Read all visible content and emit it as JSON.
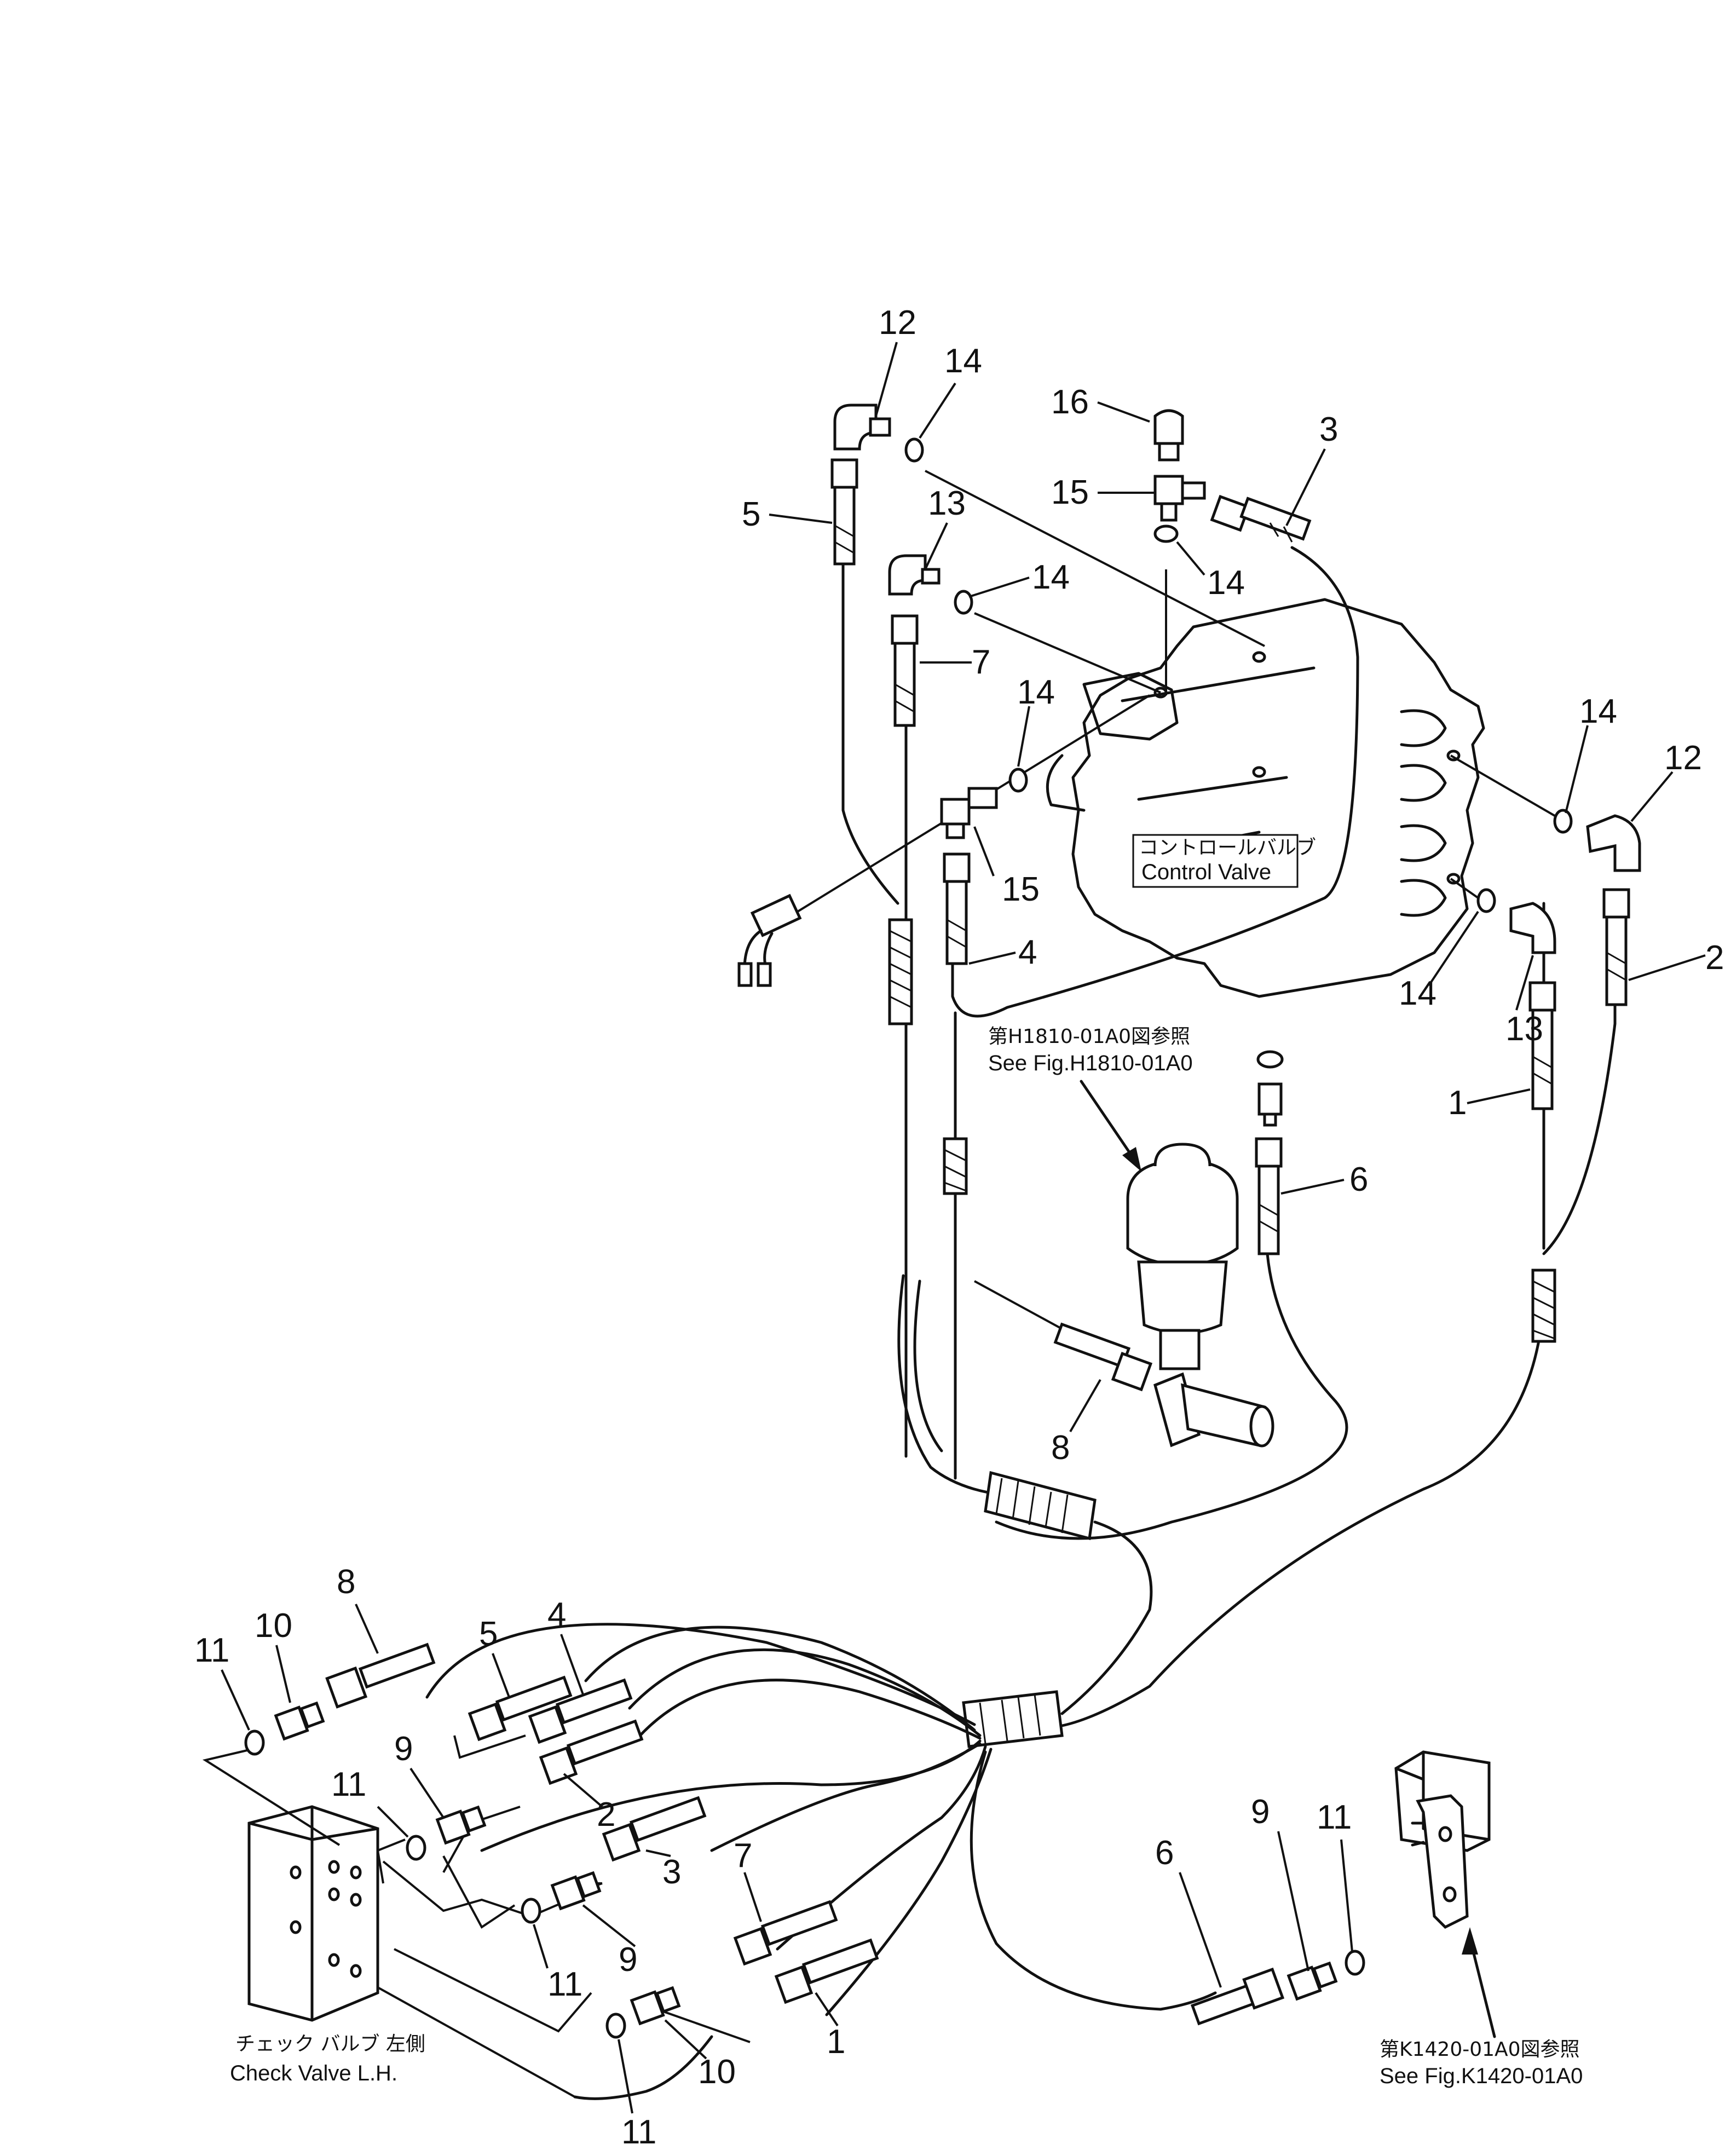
{
  "labels": {
    "control_valve_jp": "コントロールバルブ",
    "control_valve_en": "Control  Valve",
    "check_valve_jp": "チェック バルブ 左側",
    "check_valve_en": "Check Valve L.H.",
    "ref_h1810_jp": "第H1810-01A0図参照",
    "ref_h1810_en": "See Fig.H1810-01A0",
    "ref_k1420_jp": "第K1420-01A0図参照",
    "ref_k1420_en": "See Fig.K1420-01A0"
  },
  "callouts": [
    "12",
    "14",
    "16",
    "3",
    "5",
    "15",
    "13",
    "14",
    "14",
    "7",
    "14",
    "14",
    "12",
    "15",
    "4",
    "2",
    "14",
    "13",
    "1",
    "6",
    "8",
    "8",
    "10",
    "11",
    "5",
    "4",
    "11",
    "9",
    "2",
    "3",
    "7",
    "9",
    "11",
    "1",
    "10",
    "11",
    "11",
    "9",
    "6"
  ]
}
